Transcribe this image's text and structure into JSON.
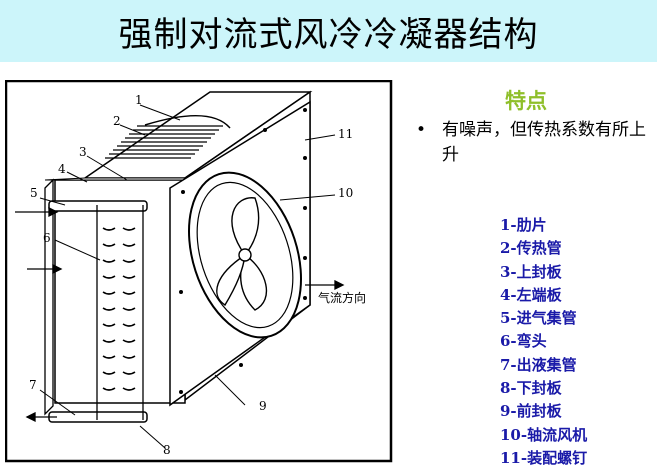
{
  "title": "强制对流式风冷冷凝器结构",
  "features": {
    "heading": "特点",
    "bullet": "•",
    "items": [
      "有噪声，但传热系数有所上升"
    ]
  },
  "diagram": {
    "callouts": [
      "1",
      "2",
      "3",
      "4",
      "5",
      "6",
      "7",
      "8",
      "9",
      "10",
      "11"
    ],
    "airflow_label": "气流方向"
  },
  "legend": [
    "1-肋片",
    "2-传热管",
    "3-上封板",
    "4-左端板",
    "5-进气集管",
    "6-弯头",
    "7-出液集管",
    "8-下封板",
    "9-前封板",
    "10-轴流风机",
    "11-装配螺钉"
  ],
  "colors": {
    "title_bg": "#ccf5fa",
    "heading": "#8fbf2a",
    "legend_text": "#1a1aa8"
  }
}
